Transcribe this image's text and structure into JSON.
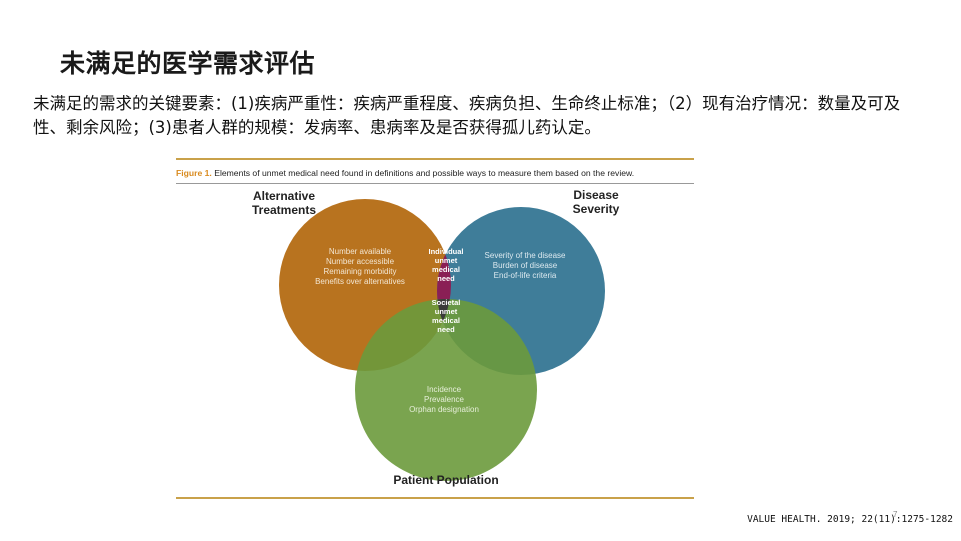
{
  "slide": {
    "title": "未满足的医学需求评估",
    "description": "未满足的需求的关键要素：(1)疾病严重性：疾病严重程度、疾病负担、生命终止标准；（2）现有治疗情况：数量及可及性、剩余风险；(3)患者人群的规模：发病率、患病率及是否获得孤儿药认定。",
    "citation": "VALUE HEALTH. 2019; 22(11):1275-1282",
    "page_number": "7"
  },
  "figure": {
    "caption_label": "Figure 1.",
    "caption_text": "Elements of unmet medical need found in definitions and possible ways to measure them based on the review.",
    "circles": [
      {
        "id": "alt",
        "title_lines": [
          "Alternative",
          "Treatments"
        ],
        "color": "#b8731f",
        "items": [
          "Number available",
          "Number accessible",
          "Remaining morbidity",
          "Benefits over alternatives"
        ]
      },
      {
        "id": "sev",
        "title_lines": [
          "Disease",
          "Severity"
        ],
        "color": "#3f7d99",
        "items": [
          "Severity of the disease",
          "Burden of disease",
          "End-of-life criteria"
        ]
      },
      {
        "id": "pop",
        "title_lines": [
          "Patient Population"
        ],
        "color": "#6b9a3c",
        "items": [
          "Incidence",
          "Prevalence",
          "Orphan designation"
        ]
      }
    ],
    "overlaps": {
      "individual": {
        "lines": [
          "Individual",
          "unmet",
          "medical",
          "need"
        ],
        "color": "#8a1f55"
      },
      "societal": {
        "lines": [
          "Societal",
          "unmet",
          "medical",
          "need"
        ],
        "color": "#3a3a3a"
      }
    }
  }
}
